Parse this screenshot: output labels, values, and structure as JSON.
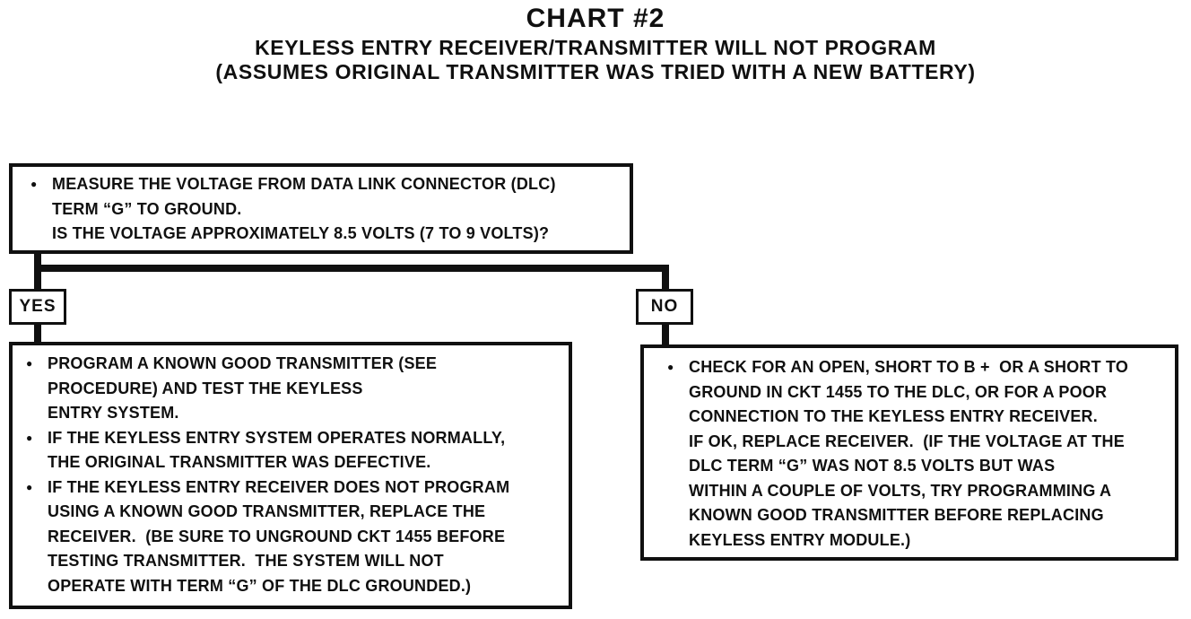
{
  "bullet_char": "●",
  "colors": {
    "ink": "#101010",
    "paper": "#ffffff"
  },
  "title": {
    "chart_number": "CHART #2",
    "subject": "KEYLESS ENTRY RECEIVER/TRANSMITTER WILL NOT PROGRAM",
    "assumption": "(ASSUMES ORIGINAL TRANSMITTER WAS TRIED WITH A NEW BATTERY)"
  },
  "branches": {
    "yes": "YES",
    "no": "NO"
  },
  "question_box": {
    "lines": [
      "MEASURE THE VOLTAGE FROM DATA LINK CONNECTOR (DLC)",
      "TERM “G” TO GROUND.",
      "IS THE VOLTAGE APPROXIMATELY 8.5 VOLTS (7 TO 9 VOLTS)?"
    ]
  },
  "yes_action_box": {
    "bullets": [
      {
        "lines": [
          "PROGRAM A KNOWN GOOD TRANSMITTER (SEE",
          "PROCEDURE) AND TEST THE KEYLESS",
          "ENTRY SYSTEM."
        ]
      },
      {
        "lines": [
          "IF THE KEYLESS ENTRY SYSTEM OPERATES NORMALLY,",
          "THE ORIGINAL TRANSMITTER WAS DEFECTIVE."
        ]
      },
      {
        "lines": [
          "IF THE KEYLESS ENTRY RECEIVER DOES NOT PROGRAM",
          "USING A KNOWN GOOD TRANSMITTER, REPLACE THE",
          "RECEIVER.  (BE SURE TO UNGROUND CKT 1455 BEFORE",
          "TESTING TRANSMITTER.  THE SYSTEM WILL NOT",
          "OPERATE WITH TERM “G” OF THE DLC GROUNDED.)"
        ]
      }
    ]
  },
  "no_action_box": {
    "bullets": [
      {
        "lines": [
          "CHECK FOR AN OPEN, SHORT TO B +  OR A SHORT TO",
          "GROUND IN CKT 1455 TO THE DLC, OR FOR A POOR",
          "CONNECTION TO THE KEYLESS ENTRY RECEIVER.",
          "IF OK, REPLACE RECEIVER.  (IF THE VOLTAGE AT THE",
          "DLC TERM “G” WAS NOT 8.5 VOLTS BUT WAS",
          "WITHIN A COUPLE OF VOLTS, TRY PROGRAMMING A",
          "KNOWN GOOD TRANSMITTER BEFORE REPLACING",
          "KEYLESS ENTRY MODULE.)"
        ]
      }
    ]
  }
}
